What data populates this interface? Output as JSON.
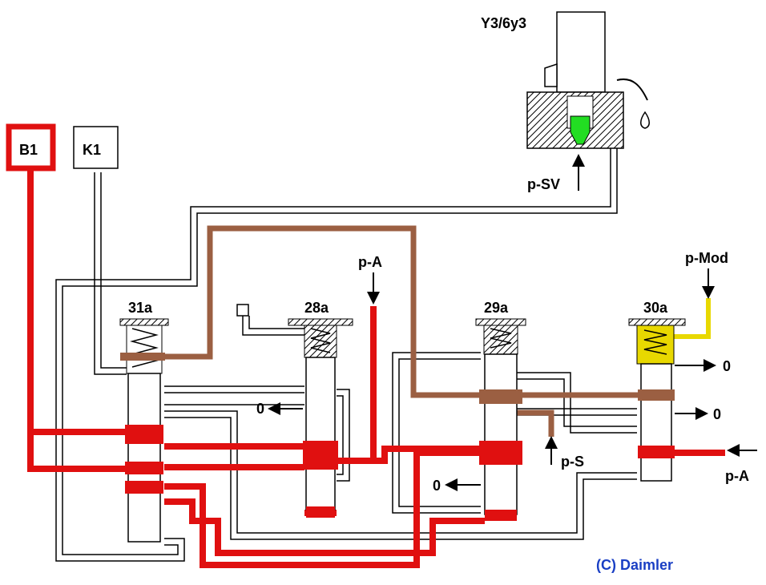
{
  "colors": {
    "pressure_red": "#e01010",
    "modulating_brown": "#9b5f42",
    "modulating_yellow": "#e8d800",
    "solenoid_green": "#22dd22",
    "copyright_blue": "#1a3fc4"
  },
  "labels": {
    "b1": "B1",
    "k1": "K1",
    "solenoid": "Y3/6y3",
    "p_sv": "p-SV",
    "p_a_top": "p-A",
    "p_mod": "p-Mod",
    "p_s": "p-S",
    "p_a_right": "p-A",
    "valve_31a": "31a",
    "valve_28a": "28a",
    "valve_29a": "29a",
    "valve_30a": "30a",
    "exhaust_28a": "0",
    "exhaust_29a": "0",
    "exhaust_30a_top": "0",
    "exhaust_30a_mid": "0",
    "copyright": "(C) Daimler"
  }
}
